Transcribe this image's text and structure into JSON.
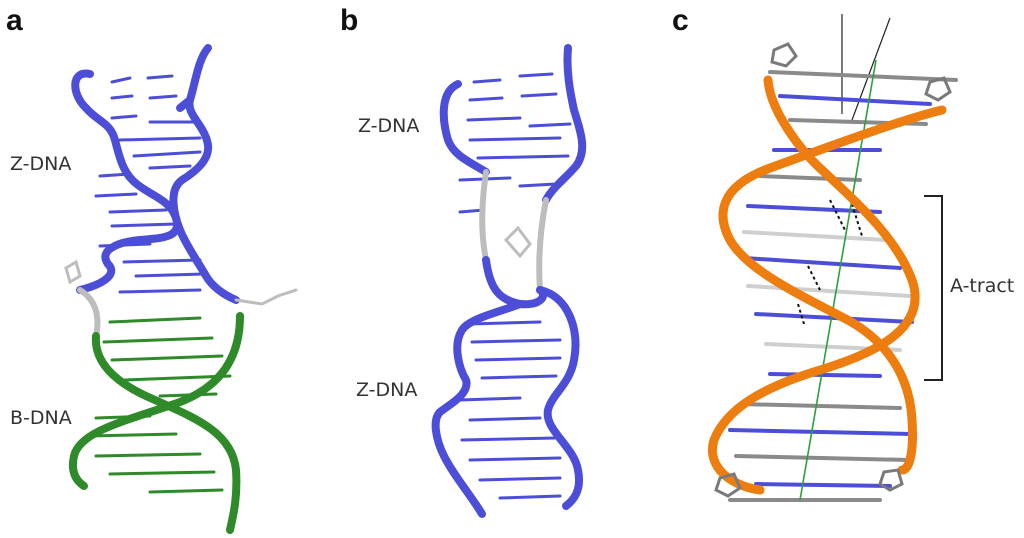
{
  "panels": [
    {
      "letter": "a",
      "labels": [
        "Z-DNA",
        "B-DNA"
      ]
    },
    {
      "letter": "b",
      "labels": [
        "Z-DNA",
        "Z-DNA"
      ]
    },
    {
      "letter": "c",
      "labels": [
        "A-tract"
      ]
    }
  ],
  "colors": {
    "z_dna": "#4d4ed8",
    "b_dna": "#2f8a2a",
    "junction": "#bdbdbd",
    "backbone_c": "#ee7d0f",
    "base_gray": "#8a8a8a",
    "axis": "#2ea03a",
    "label": "#333333"
  }
}
